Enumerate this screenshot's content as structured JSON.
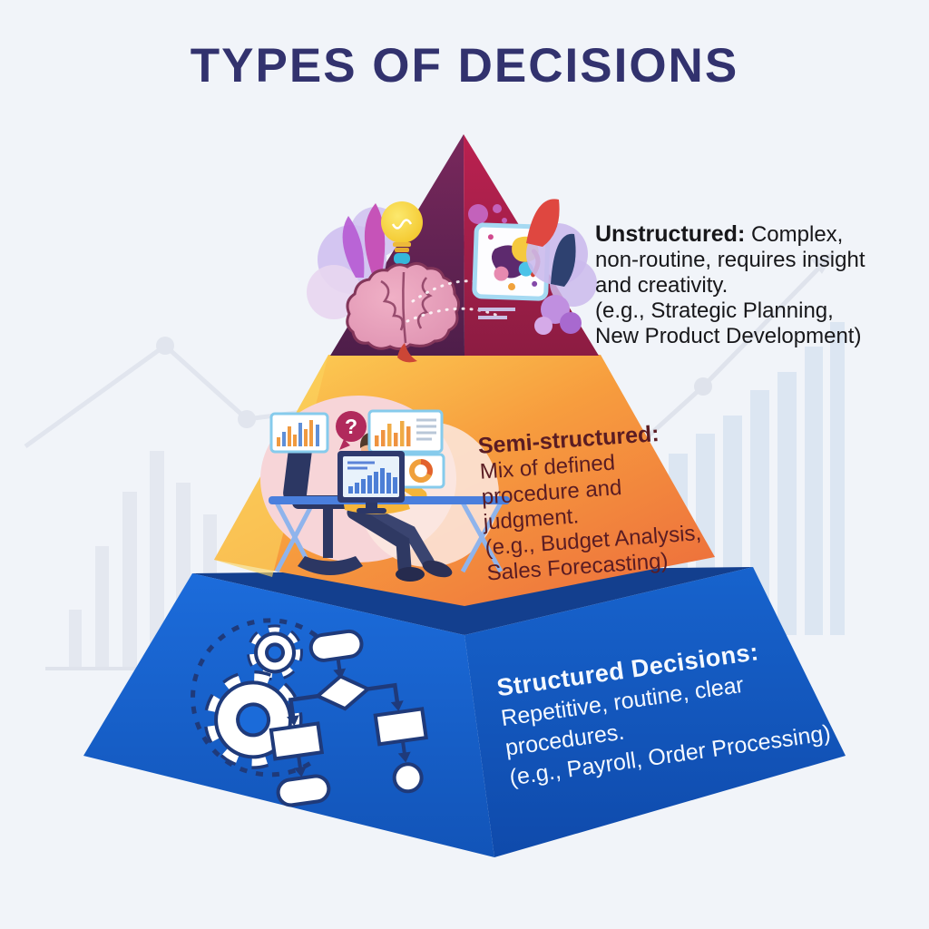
{
  "title": "TYPES OF DECISIONS",
  "pyramid": {
    "tiers": [
      {
        "id": "unstructured",
        "label": "Unstructured:",
        "inline_rest": " Complex,",
        "body": "non-routine, requires insight\nand creativity.\n(e.g., Strategic Planning,\nNew Product Development)",
        "tier_color": "#a61e4d",
        "text_color": "#17171a",
        "icons": [
          "brain-icon",
          "lightbulb-icon",
          "leaves-icon",
          "abstract-art-frame-icon",
          "paint-splatter-icon"
        ]
      },
      {
        "id": "semi-structured",
        "label": "Semi-structured:",
        "inline_rest": "",
        "body": "Mix of defined\nprocedure and\njudgment.\n(e.g., Budget Analysis,\nSales Forecasting)",
        "tier_color": "#f59b3c",
        "text_color": "#5a1c23",
        "icons": [
          "analyst-at-computer-illustration",
          "question-mark-bubble",
          "bar-chart-panel-icon",
          "donut-chart-panel-icon",
          "monitor-icon",
          "desk-icon",
          "office-chair-icon"
        ]
      },
      {
        "id": "structured",
        "label": "Structured Decisions:",
        "inline_rest": "",
        "body": "Repetitive, routine, clear\nprocedures.\n(e.g., Payroll, Order Processing)",
        "tier_color": "#1a69d6",
        "text_color": "#f5f9ff",
        "icons": [
          "gears-icon",
          "flowchart-icon"
        ]
      }
    ]
  },
  "background_decorations": {
    "left": [
      "line-chart-zigzag",
      "bar-chart-faint"
    ],
    "right": [
      "ascending-bar-chart-faint",
      "growth-arrow"
    ]
  },
  "colors": {
    "page_background": "#f1f4f9",
    "title_navy": "#32326e",
    "triangle_left": "#6f2355",
    "triangle_right": "#b5204b",
    "orange_light": "#fdd04f",
    "orange_deep": "#ee6f3b",
    "blue_face_left": "#1b6bd9",
    "blue_face_right": "#1460c8",
    "blue_top_band": "#133f8e",
    "icon_outline_navy": "#1f3a7a",
    "pink_backdrop": "#f7d5d8",
    "faint_gray": "#e4e8f0",
    "faint_blue": "#dce6f2"
  }
}
